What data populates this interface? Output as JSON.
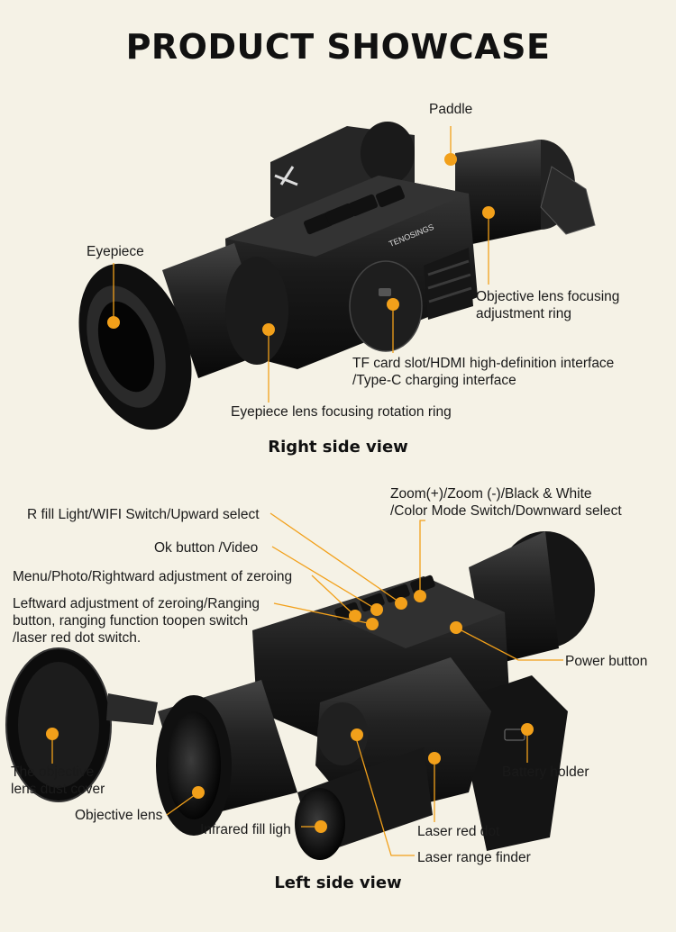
{
  "title": "PRODUCT SHOWCASE",
  "brand_logo": "TENOSINGS",
  "right_view": {
    "caption": "Right side view",
    "labels": {
      "paddle": "Paddle",
      "eyepiece": "Eyepiece",
      "objective_ring_1": "Objective lens focusing",
      "objective_ring_2": "adjustment ring",
      "tf_slot_1": "TF card slot/HDMI high-definition interface",
      "tf_slot_2": "/Type-C charging interface",
      "eyepiece_ring": "Eyepiece lens focusing rotation ring"
    }
  },
  "left_view": {
    "caption": "Left side view",
    "labels": {
      "zoom_1": "Zoom(+)/Zoom (-)/Black & White",
      "zoom_2": "/Color Mode Switch/Downward select",
      "rfill": "R fill Light/WIFI Switch/Upward select",
      "ok": "Ok button /Video",
      "menu": "Menu/Photo/Rightward adjustment of zeroing",
      "leftward_1": "Leftward adjustment of zeroing/Ranging",
      "leftward_2": "button, ranging function toopen switch",
      "leftward_3": "/laser red dot switch.",
      "power": "Power button",
      "dust_1": "The objective",
      "dust_2": "lens dust cover",
      "battery": "Battery holder",
      "objective_lens": "Objective lens",
      "infrared": "Infrared fill ligh",
      "laser_dot": "Laser red dot",
      "laser_range": "Laser range finder"
    }
  },
  "colors": {
    "accent": "#f2a01a",
    "background": "#f5f2e6",
    "device": "#1c1c1c"
  }
}
